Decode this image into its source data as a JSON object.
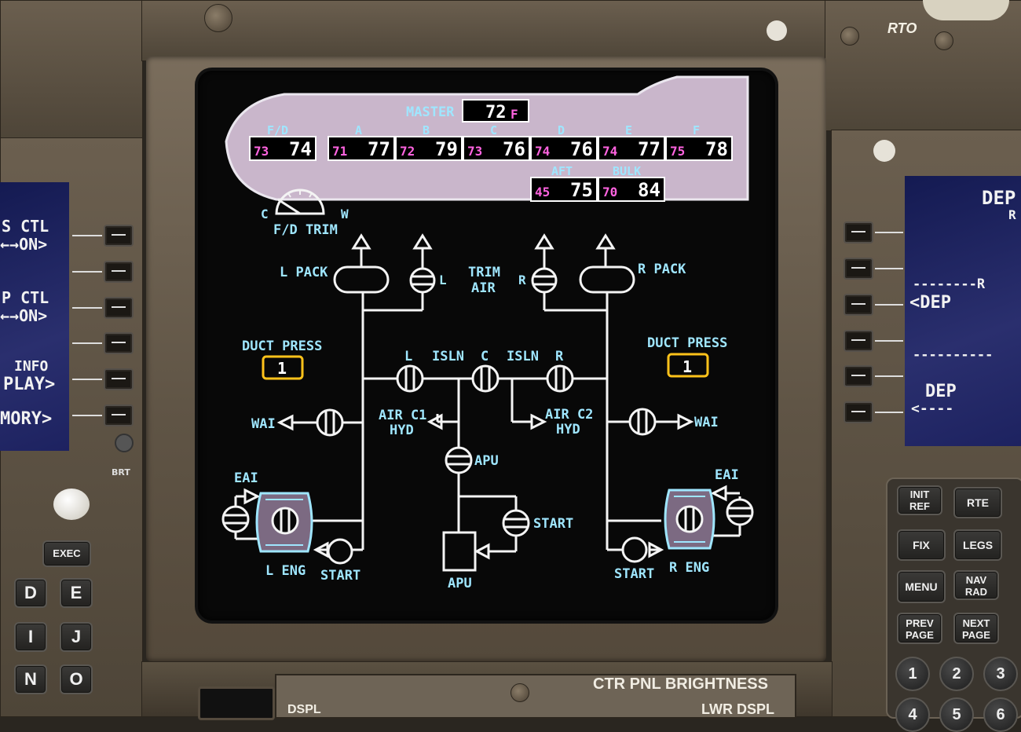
{
  "panel": {
    "rto_label": "RTO",
    "brt_label": "BRT",
    "exec_label": "EXEC",
    "ctr_pnl_label": "CTR PNL BRIGHTNESS",
    "lwr_dspl_label": "LWR DSPL",
    "dspl_label": "DSPL"
  },
  "left_cdu": {
    "lines": [
      "S CTL",
      "←→ON>",
      "P CTL",
      "←→ON>",
      "INFO",
      "PLAY>",
      "MORY>"
    ],
    "keys": [
      "D",
      "E",
      "I",
      "J",
      "N",
      "O"
    ]
  },
  "right_cdu": {
    "lines": [
      "DEP",
      "R",
      "--------R",
      "<DEP",
      "----------",
      "DEP",
      "<----"
    ],
    "keys": {
      "init_ref": "INIT REF",
      "rte": "RTE",
      "fix": "FIX",
      "legs": "LEGS",
      "menu": "MENU",
      "nav_rad": "NAV RAD",
      "prev_page": "PREV PAGE",
      "next_page": "NEXT PAGE"
    },
    "numbers": [
      "1",
      "2",
      "3",
      "4",
      "5",
      "6"
    ]
  },
  "air_synoptic": {
    "master_label": "MASTER",
    "master_temp": "72",
    "master_unit": "F",
    "zones": [
      {
        "label": "F/D",
        "actual": "73",
        "target": "74"
      },
      {
        "label": "A",
        "actual": "71",
        "target": "77"
      },
      {
        "label": "B",
        "actual": "72",
        "target": "79"
      },
      {
        "label": "C",
        "actual": "73",
        "target": "76"
      },
      {
        "label": "D",
        "actual": "74",
        "target": "76"
      },
      {
        "label": "E",
        "actual": "74",
        "target": "77"
      },
      {
        "label": "F",
        "actual": "75",
        "target": "78"
      }
    ],
    "cargo": [
      {
        "label": "AFT",
        "actual": "45",
        "target": "75"
      },
      {
        "label": "BULK",
        "actual": "70",
        "target": "84"
      }
    ],
    "fd_trim_label": "F/D TRIM",
    "trim_cold": "C",
    "trim_warm": "W",
    "l_pack": "L PACK",
    "r_pack": "R PACK",
    "trim_air": "TRIM",
    "trim_air2": "AIR",
    "trim_l": "L",
    "trim_r": "R",
    "duct_press": "DUCT PRESS",
    "duct_press_l_value": "1",
    "duct_press_r_value": "1",
    "isln_l": "L",
    "isln": "ISLN",
    "isln_c": "C",
    "isln_r": "R",
    "wai": "WAI",
    "air_c1": "AIR C1",
    "air_c2": "AIR C2",
    "hyd": "HYD",
    "apu": "APU",
    "start": "START",
    "eai": "EAI",
    "l_eng": "L ENG",
    "r_eng": "R ENG",
    "colors": {
      "cyan": "#9fe6ff",
      "magenta": "#ff63e0",
      "amber": "#ffc21a",
      "fuselage": "#c9b6cb"
    }
  }
}
